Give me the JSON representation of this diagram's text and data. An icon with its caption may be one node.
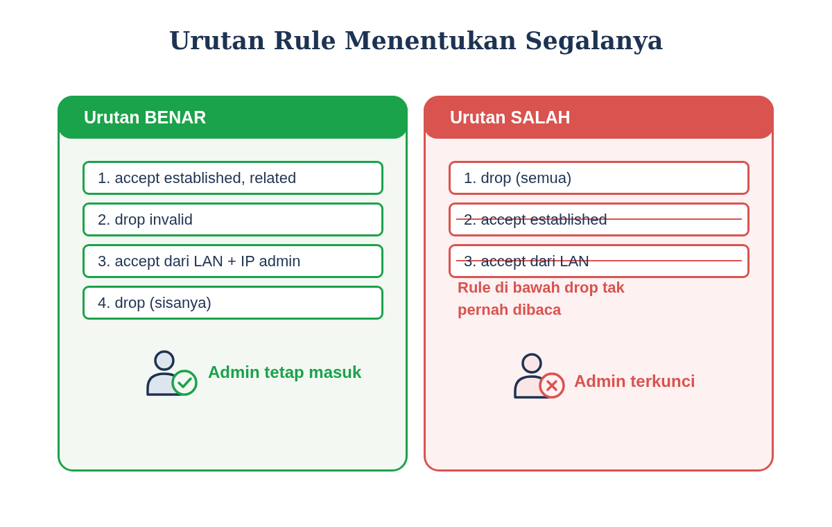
{
  "diagram": {
    "title": "Urutan Rule Menentukan Segalanya",
    "nodes": [
      {
        "text": [
          "Urutan BENAR"
        ]
      },
      {
        "text": [
          "1. accept established, related"
        ],
        "in": 0
      },
      {
        "text": [
          "2. drop invalid"
        ],
        "in": 0
      },
      {
        "text": [
          "3. accept dari LAN + IP admin"
        ],
        "in": 0
      },
      {
        "text": [
          "4. drop (sisanya)"
        ],
        "in": 0
      },
      {
        "text": [
          "Urutan SALAH"
        ]
      },
      {
        "text": [
          "1. drop (semua)"
        ],
        "in": 5
      },
      {
        "text": [
          "2. accept established"
        ],
        "in": 5
      },
      {
        "text": [
          "3. accept dari LAN"
        ],
        "in": 5
      }
    ],
    "labels": [
      "Rule di bawah drop tak pernah dibaca",
      "Admin tetap masuk",
      "Admin terkunci"
    ]
  }
}
